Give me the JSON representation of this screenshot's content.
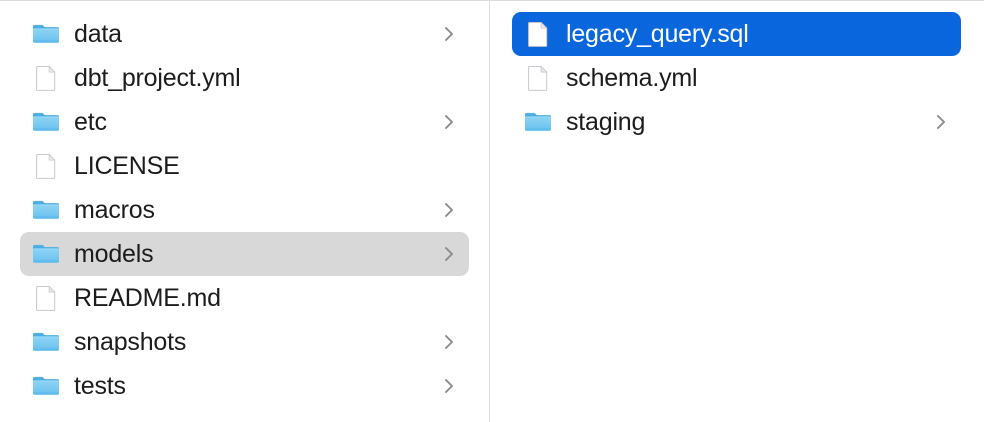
{
  "view": {
    "kind": "finder-column-view",
    "background_color": "#ffffff",
    "divider_color": "#dcdcdc",
    "selection_active_color": "#0a66dc",
    "selection_inactive_color": "#d8d8d8",
    "folder_icon_color": "#6fc3f0",
    "chevron_color": "#8a8a8e",
    "text_color": "#1c1c1e",
    "selected_text_color": "#ffffff"
  },
  "columns": [
    {
      "name": "parent-column",
      "items": [
        {
          "label": "data",
          "icon": "folder-icon",
          "type": "folder",
          "has_chevron": true,
          "selected": false
        },
        {
          "label": "dbt_project.yml",
          "icon": "document-icon",
          "type": "file",
          "has_chevron": false,
          "selected": false
        },
        {
          "label": "etc",
          "icon": "folder-icon",
          "type": "folder",
          "has_chevron": true,
          "selected": false
        },
        {
          "label": "LICENSE",
          "icon": "document-icon",
          "type": "file",
          "has_chevron": false,
          "selected": false
        },
        {
          "label": "macros",
          "icon": "folder-icon",
          "type": "folder",
          "has_chevron": true,
          "selected": false
        },
        {
          "label": "models",
          "icon": "folder-icon",
          "type": "folder",
          "has_chevron": true,
          "selected": true,
          "selection_style": "inactive"
        },
        {
          "label": "README.md",
          "icon": "document-icon",
          "type": "file",
          "has_chevron": false,
          "selected": false
        },
        {
          "label": "snapshots",
          "icon": "folder-icon",
          "type": "folder",
          "has_chevron": true,
          "selected": false
        },
        {
          "label": "tests",
          "icon": "folder-icon",
          "type": "folder",
          "has_chevron": true,
          "selected": false
        }
      ]
    },
    {
      "name": "child-column",
      "items": [
        {
          "label": "legacy_query.sql",
          "icon": "document-icon",
          "type": "file",
          "has_chevron": false,
          "selected": true,
          "selection_style": "active"
        },
        {
          "label": "schema.yml",
          "icon": "document-icon",
          "type": "file",
          "has_chevron": false,
          "selected": false
        },
        {
          "label": "staging",
          "icon": "folder-icon",
          "type": "folder",
          "has_chevron": true,
          "selected": false
        }
      ]
    }
  ]
}
